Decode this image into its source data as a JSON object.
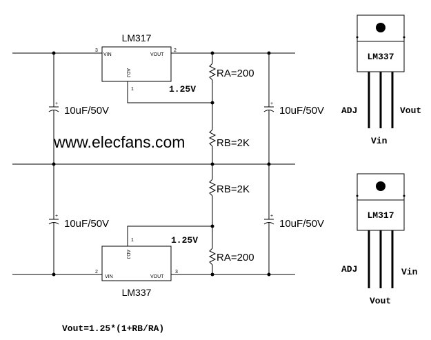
{
  "top_circuit": {
    "chip_name": "LM317",
    "pin_vin": "VIN",
    "pin_vout": "VOUT",
    "pin_adj": "ADJ",
    "pin_num_vin": "3",
    "pin_num_vout": "2",
    "pin_num_adj": "1",
    "ref_voltage": "1.25V",
    "ra_label": "RA=200",
    "rb_label": "RB=2K",
    "cin_label": "10uF/50V",
    "cout_label": "10uF/50V"
  },
  "bottom_circuit": {
    "chip_name": "LM337",
    "pin_vin": "VIN",
    "pin_vout": "VOUT",
    "pin_adj": "ADJ",
    "pin_num_vin": "2",
    "pin_num_vout": "3",
    "pin_num_adj": "1",
    "ref_voltage": "1.25V",
    "ra_label": "RA=200",
    "rb_label": "RB=2K",
    "cin_label": "10uF/50V",
    "cout_label": "10uF/50V"
  },
  "watermark": "www.elecfans.com",
  "package_top": {
    "chip_name": "LM337",
    "left_pin": "ADJ",
    "middle_pin": "Vin",
    "right_pin": "Vout"
  },
  "package_bottom": {
    "chip_name": "LM317",
    "left_pin": "ADJ",
    "middle_pin": "Vout",
    "right_pin": "Vin"
  },
  "formula": "Vout=1.25*(1+RB/RA)",
  "capacitor_plus": "+"
}
